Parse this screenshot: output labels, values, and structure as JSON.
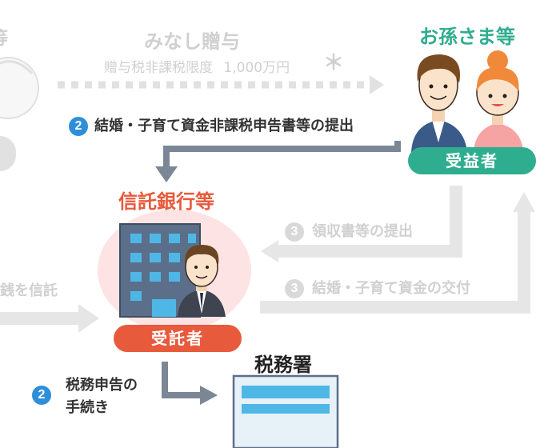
{
  "colors": {
    "green": "#2fad8f",
    "orange": "#e85a3c",
    "blue_badge": "#2f8ed8",
    "arrow_dark": "#7b8794",
    "faded": "#d0d0d0",
    "faded_arrow": "#e6e6e6"
  },
  "left_partial": {
    "top_label": "等",
    "bottom_label": "銭を信託"
  },
  "gift_flow": {
    "title": "みなし贈与",
    "subtitle": "贈与税非課税限度",
    "amount": "1,000万円",
    "asterisk": "＊"
  },
  "beneficiary": {
    "title": "お孫さま等",
    "role": "受益者"
  },
  "step_submit": {
    "number": "2",
    "label": "結婚・子育て資金非課税申告書等の提出"
  },
  "trustee": {
    "title": "信託銀行等",
    "role": "受託者"
  },
  "step_receipt": {
    "number": "3",
    "label": "領収書等の提出"
  },
  "step_payment": {
    "number": "3",
    "label": "結婚・子育て資金の交付"
  },
  "tax_office": {
    "title": "税務署",
    "step_number": "2",
    "step_label_line1": "税務申告の",
    "step_label_line2": "手続き"
  }
}
